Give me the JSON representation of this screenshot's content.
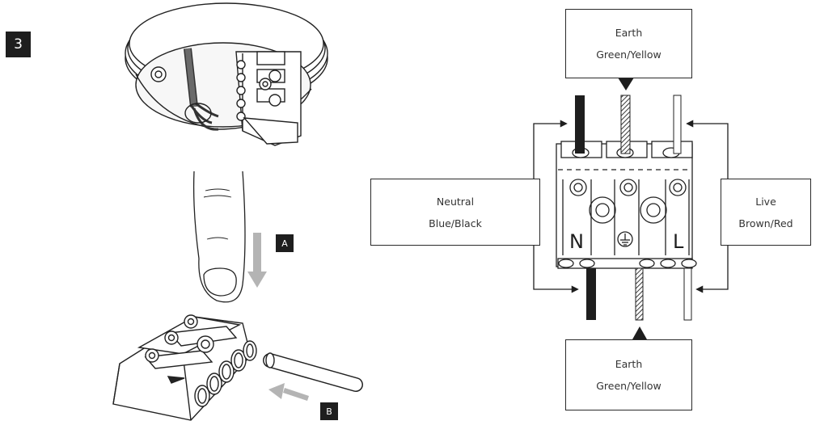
{
  "step": {
    "number": "3"
  },
  "markers": {
    "a": "A",
    "b": "B"
  },
  "terminals": {
    "neutral": "N",
    "live": "L",
    "earth_symbol": "earth-ground-symbol"
  },
  "labels": {
    "earth_top": {
      "name": "Earth",
      "color": "Green/Yellow"
    },
    "earth_bottom": {
      "name": "Earth",
      "color": "Green/Yellow"
    },
    "neutral": {
      "name": "Neutral",
      "color": "Blue/Black"
    },
    "live": {
      "name": "Live",
      "color": "Brown/Red"
    }
  },
  "colors": {
    "ink": "#1e1e1e",
    "arrow_gray": "#b4b4b4",
    "wire_black": "#1e1e1e"
  }
}
